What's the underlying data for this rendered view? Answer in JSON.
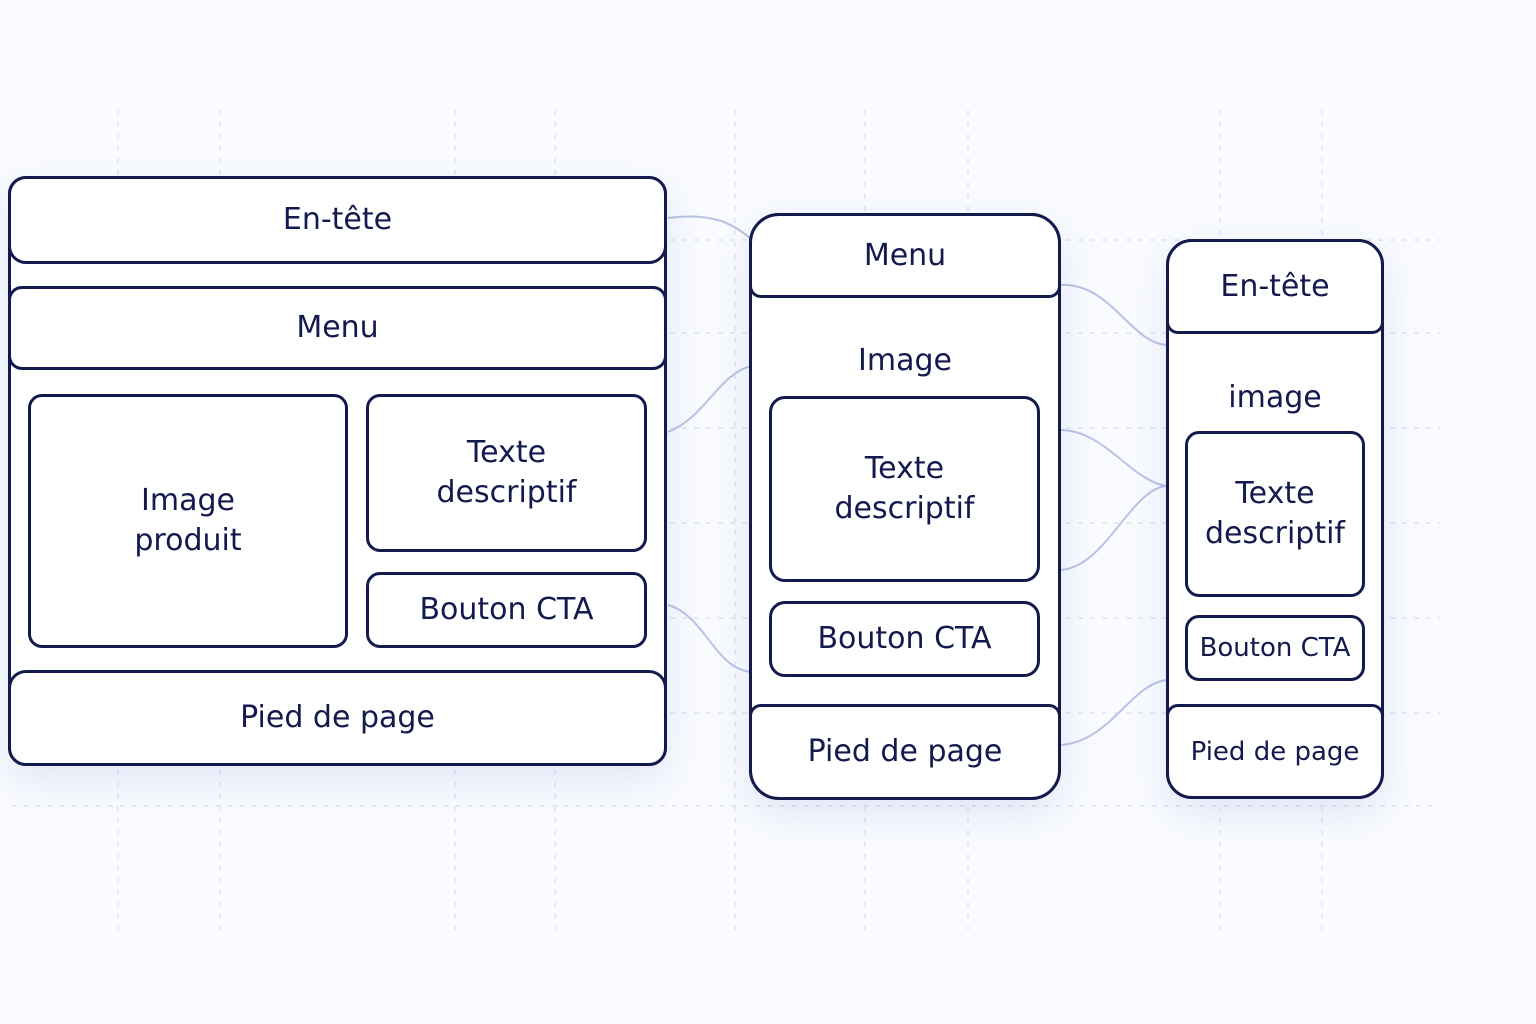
{
  "colors": {
    "stroke": "#131a4d",
    "background": "#f9fbff",
    "box_fill": "#ffffff",
    "grid": "#d9deea",
    "connector": "#b9c3e3"
  },
  "desktop": {
    "header": "En-tête",
    "menu": "Menu",
    "image": "Image\nproduit",
    "text": "Texte\ndescriptif",
    "cta": "Bouton CTA",
    "footer": "Pied de page"
  },
  "tablet": {
    "menu": "Menu",
    "image_label": "Image",
    "text": "Texte\ndescriptif",
    "cta": "Bouton CTA",
    "footer": "Pied de page"
  },
  "mobile": {
    "header": "En-tête",
    "image_label": "image",
    "text": "Texte\ndescriptif",
    "cta": "Bouton CTA",
    "footer": "Pied de page"
  }
}
